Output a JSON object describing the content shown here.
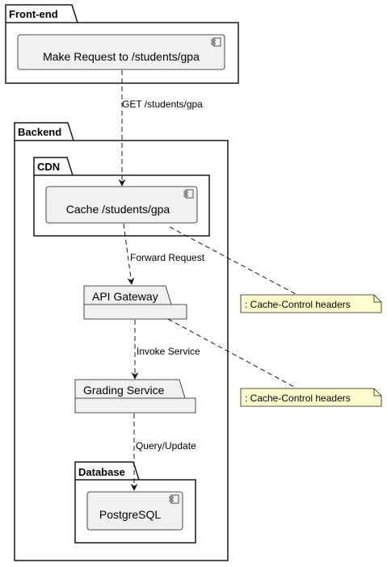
{
  "packages": {
    "frontend": {
      "title": "Front-end"
    },
    "backend": {
      "title": "Backend"
    },
    "cdn": {
      "title": "CDN"
    },
    "database": {
      "title": "Database"
    }
  },
  "components": {
    "make_request": {
      "label": "Make Request to /students/gpa"
    },
    "cache": {
      "label": "Cache /students/gpa"
    },
    "postgres": {
      "label": "PostgreSQL"
    }
  },
  "folders": {
    "api_gateway": {
      "label": "API Gateway"
    },
    "grading_service": {
      "label": "Grading Service"
    }
  },
  "edges": {
    "get_gpa": {
      "label": "GET /students/gpa"
    },
    "forward": {
      "label": "Forward Request"
    },
    "invoke": {
      "label": "Invoke Service"
    },
    "query": {
      "label": "Query/Update"
    }
  },
  "notes": {
    "note_cdn": {
      "label": ": Cache-Control headers"
    },
    "note_api": {
      "label": ": Cache-Control headers"
    }
  },
  "colors": {
    "component_fill": "#f1f1f1",
    "note_fill": "#fefece",
    "stroke": "#181818"
  }
}
